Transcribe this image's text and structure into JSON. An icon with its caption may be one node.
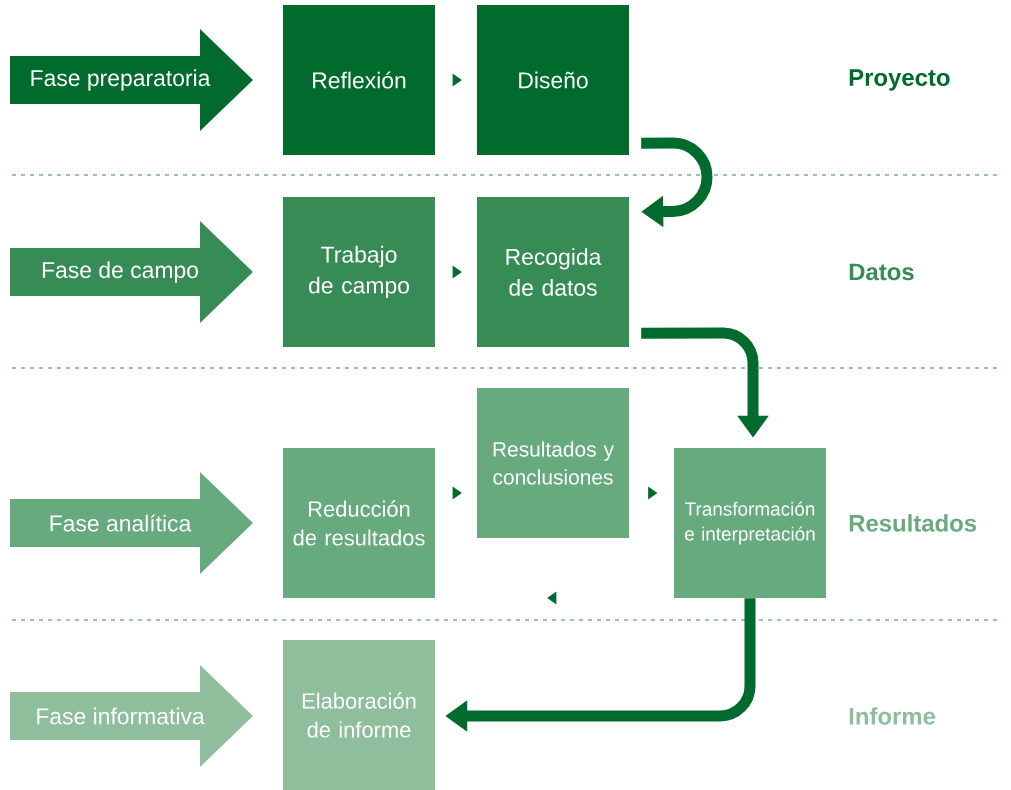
{
  "diagram": {
    "nodes": [
      {
        "text": [
          "Fase preparatoria"
        ]
      },
      {
        "text": [
          "Reflexión"
        ]
      },
      {
        "text": [
          "Diseño"
        ]
      },
      {
        "text": [
          "Fase de campo"
        ]
      },
      {
        "text": [
          "Trabajo de campo"
        ]
      },
      {
        "text": [
          "Recogida de datos"
        ]
      },
      {
        "text": [
          "Fase analítica"
        ]
      },
      {
        "text": [
          "Reducción de resultados"
        ]
      },
      {
        "text": [
          "Resultados y conclusiones"
        ]
      },
      {
        "text": [
          "Transformación e interpretación"
        ]
      },
      {
        "text": [
          "Fase informativa"
        ]
      },
      {
        "text": [
          "Elaboración de informe"
        ]
      }
    ],
    "edges": [
      {
        "from": 1,
        "to": 2,
        "arrow": "to"
      },
      {
        "from": 2,
        "to": 5,
        "arrow": "to"
      },
      {
        "from": 4,
        "to": 5,
        "arrow": "to"
      },
      {
        "from": 5,
        "to": 9,
        "arrow": "to"
      },
      {
        "from": 7,
        "to": 8,
        "arrow": "to"
      },
      {
        "from": 8,
        "to": 9,
        "arrow": "to"
      },
      {
        "from": 9,
        "to": 11,
        "arrow": "to"
      }
    ],
    "labels": [
      "Proyecto",
      "Datos",
      "Resultados",
      "Informe"
    ]
  }
}
